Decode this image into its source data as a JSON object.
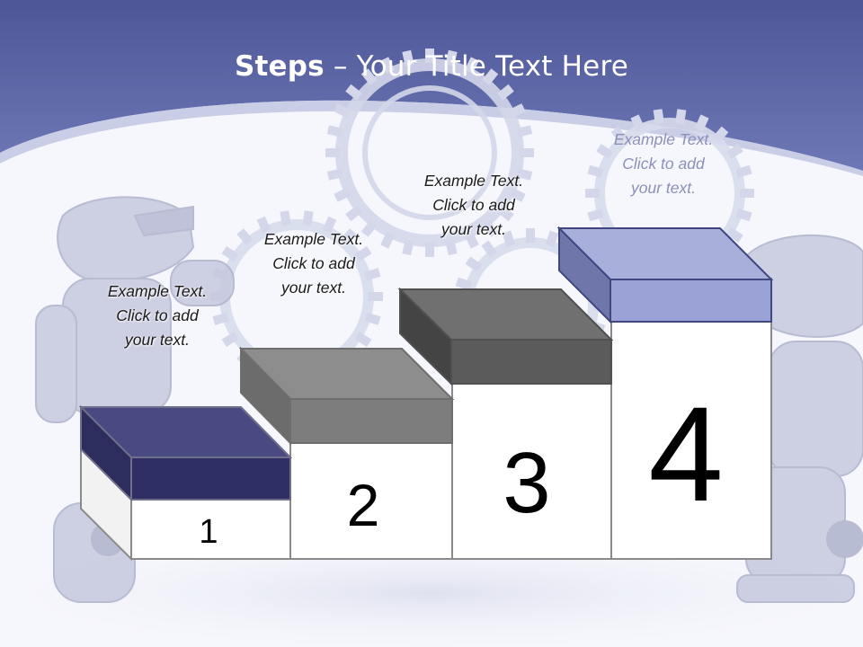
{
  "slide": {
    "title_bold": "Steps",
    "title_rest": " – Your Title Text Here"
  },
  "steps": [
    {
      "number": "1",
      "caption": [
        "Example Text.",
        "Click  to add",
        "your text."
      ],
      "color": "#3b3b78"
    },
    {
      "number": "2",
      "caption": [
        "Example Text.",
        "Click  to add",
        "your text."
      ],
      "color": "#7a7a7a"
    },
    {
      "number": "3",
      "caption": [
        "Example Text.",
        "Click  to add",
        "your text."
      ],
      "color": "#5e5e5e"
    },
    {
      "number": "4",
      "caption": [
        "Example Text.",
        "Click  to add",
        "your text."
      ],
      "color": "#a4aad6"
    }
  ],
  "colors": {
    "header": "#5a64a6",
    "header_light": "#7c84c0",
    "accent_band": "#c9cde6"
  }
}
